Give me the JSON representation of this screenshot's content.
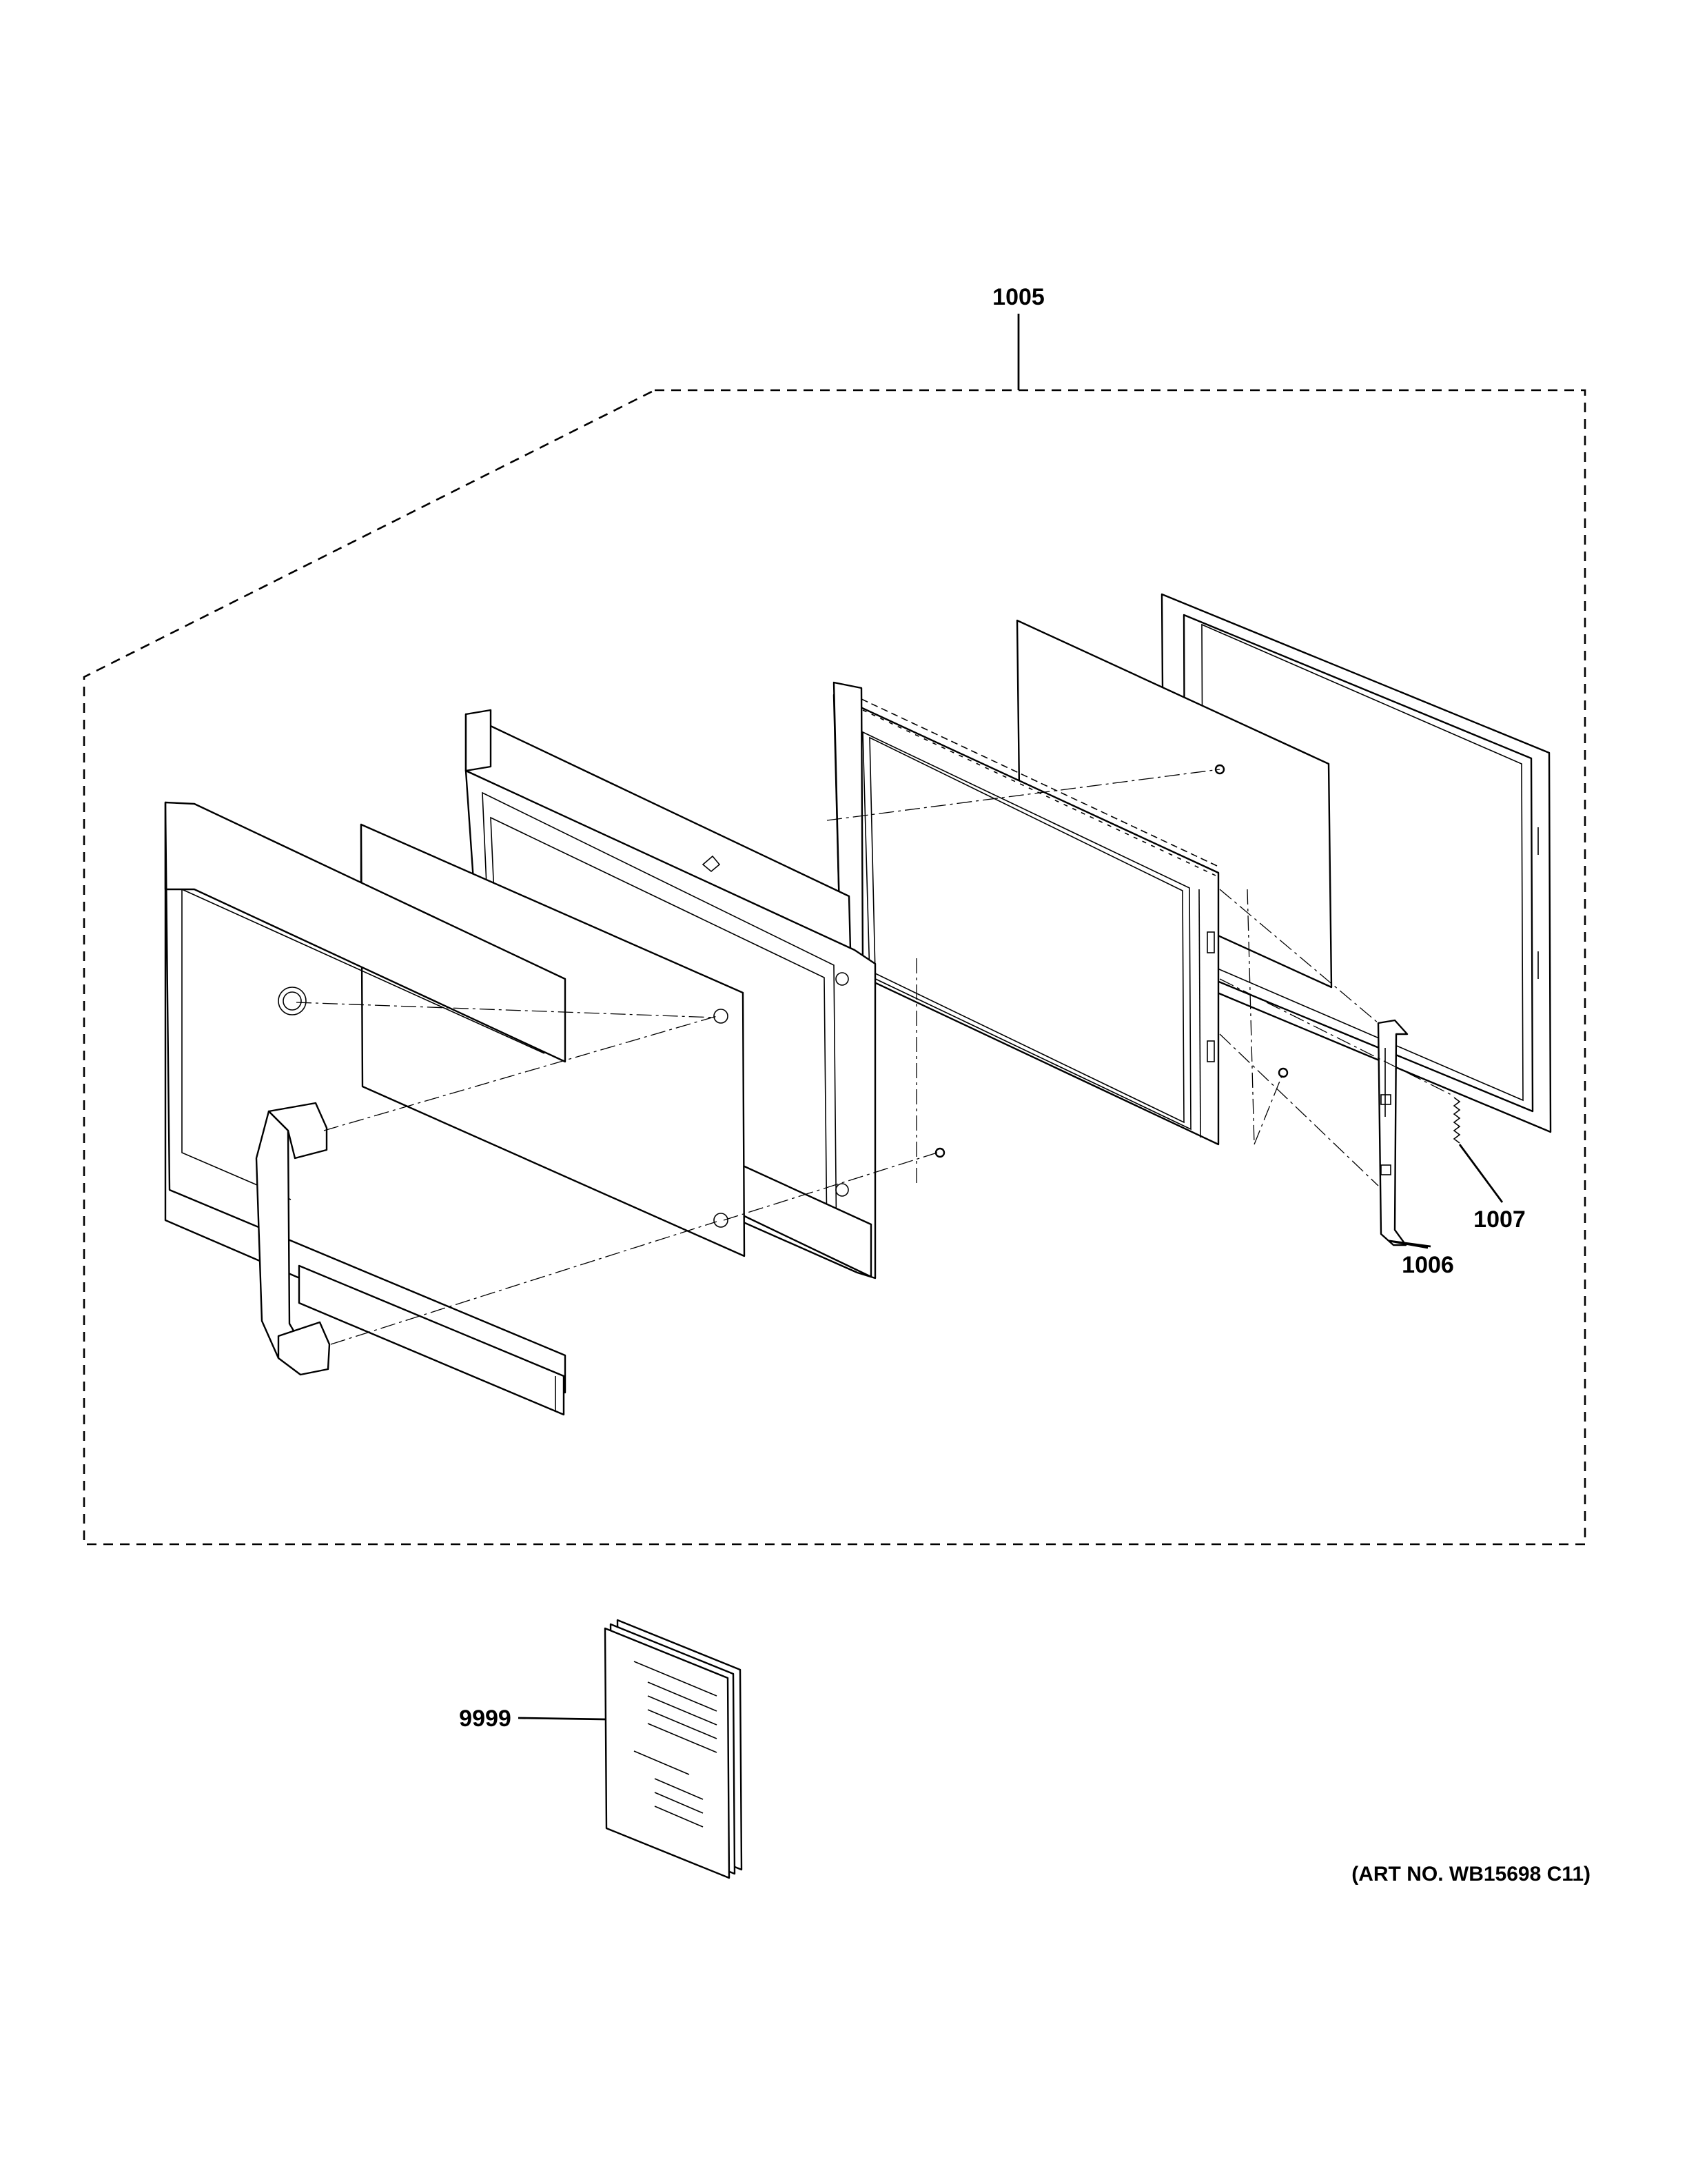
{
  "callouts": [
    {
      "id": "1005",
      "label": "1005"
    },
    {
      "id": "1006",
      "label": "1006"
    },
    {
      "id": "1007",
      "label": "1007"
    },
    {
      "id": "9999",
      "label": "9999"
    }
  ],
  "art_number": "(ART NO. WB15698 C11)",
  "colors": {
    "line": "#000000",
    "background": "#ffffff"
  }
}
